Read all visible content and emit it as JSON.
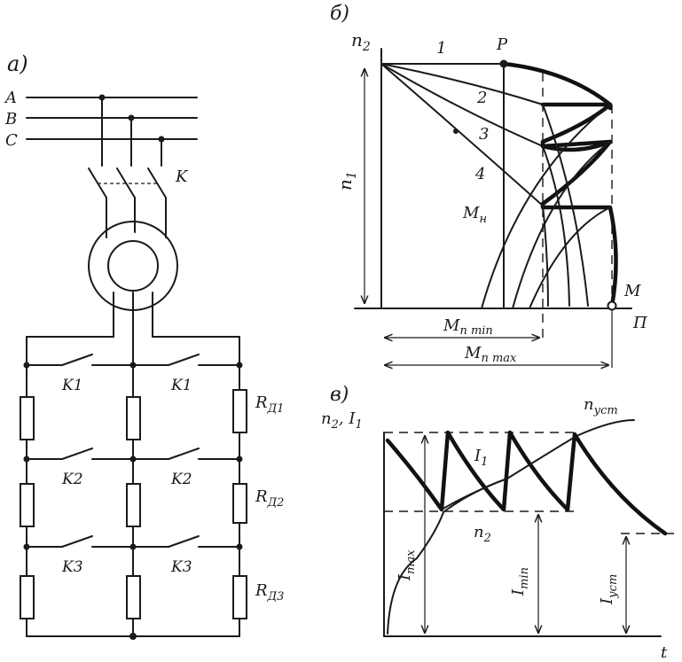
{
  "panels": {
    "a": "a)",
    "b": "б)",
    "v": "в)"
  },
  "circuit": {
    "phases": [
      "A",
      "B",
      "C"
    ],
    "switch_main": "K",
    "contact_rows": [
      {
        "left": "K1",
        "right": "K1",
        "resistor": "R",
        "resistor_sub": "Д1"
      },
      {
        "left": "K2",
        "right": "K2",
        "resistor": "R",
        "resistor_sub": "Д2"
      },
      {
        "left": "K3",
        "right": "K3",
        "resistor": "R",
        "resistor_sub": "Д3"
      }
    ]
  },
  "speed_torque": {
    "y_axis": "n",
    "y_axis_sub": "2",
    "n1": "n",
    "n1_sub": "1",
    "x_axis_end": "П",
    "point_p": "P",
    "point_m": "M",
    "mn": "M",
    "mn_sub": "н",
    "curve_labels": [
      "1",
      "2",
      "3",
      "4"
    ],
    "mmin": "M",
    "mmin_sub": "п min",
    "mmax": "M",
    "mmax_sub": "п max"
  },
  "time_diagram": {
    "y_label": "n",
    "y_label_sub": "2",
    "y_label_sep": ", ",
    "y_label2": "I",
    "y_label2_sub": "1",
    "i1": "I",
    "i1_sub": "1",
    "n2": "n",
    "n2_sub": "2",
    "nust": "n",
    "nust_sub": "уст",
    "imax": "I",
    "imax_sub": "max",
    "imin": "I",
    "imin_sub": "min",
    "iust": "I",
    "iust_sub": "уст",
    "t_axis": "t"
  }
}
